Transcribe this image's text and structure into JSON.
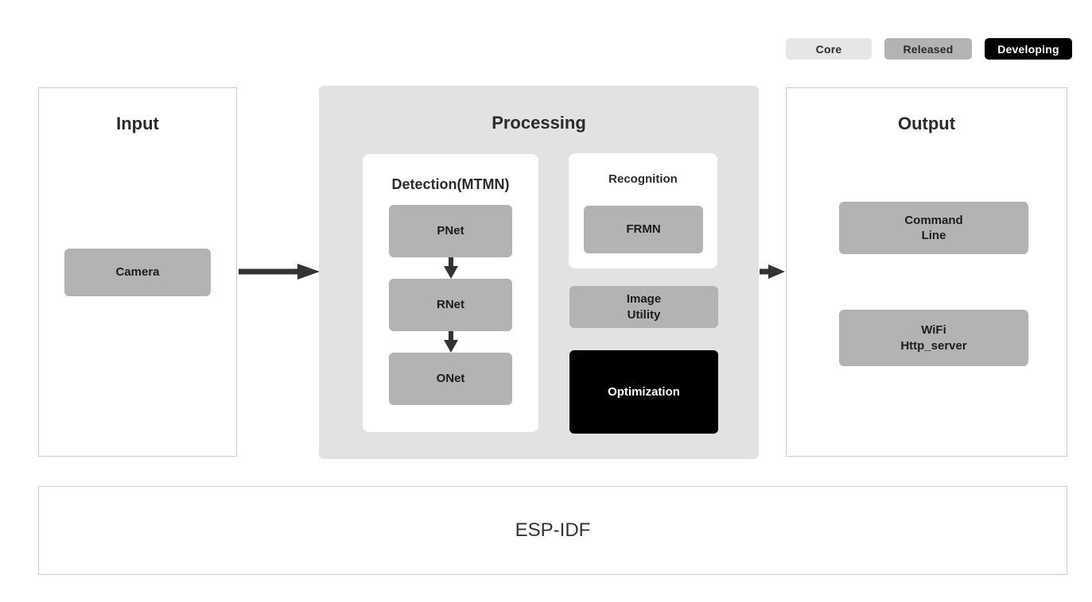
{
  "legend": {
    "items": [
      {
        "label": "Core",
        "color": "#e6e6e6",
        "text_color": "#2b2b2b"
      },
      {
        "label": "Released",
        "color": "#b3b3b3",
        "text_color": "#2b2b2b"
      },
      {
        "label": "Developing",
        "color": "#000000",
        "text_color": "#ffffff"
      }
    ]
  },
  "input": {
    "title": "Input",
    "camera": "Camera"
  },
  "processing": {
    "title": "Processing",
    "detection": {
      "title": "Detection(MTMN)",
      "stages": [
        {
          "label": "PNet"
        },
        {
          "label": "RNet"
        },
        {
          "label": "ONet"
        }
      ]
    },
    "recognition": {
      "title": "Recognition",
      "model": "FRMN"
    },
    "image_utility": "Image\nUtility",
    "optimization": "Optimization"
  },
  "output": {
    "title": "Output",
    "command_line": "Command\nLine",
    "wifi": "WiFi\nHttp_server"
  },
  "footer": {
    "label": "ESP-IDF"
  },
  "colors": {
    "core": "#e6e6e6",
    "released": "#b3b3b3",
    "developing": "#000000",
    "panel_border": "#cccccc",
    "processing_bg": "#e2e2e2",
    "arrow": "#333333",
    "text": "#2b2b2b"
  }
}
